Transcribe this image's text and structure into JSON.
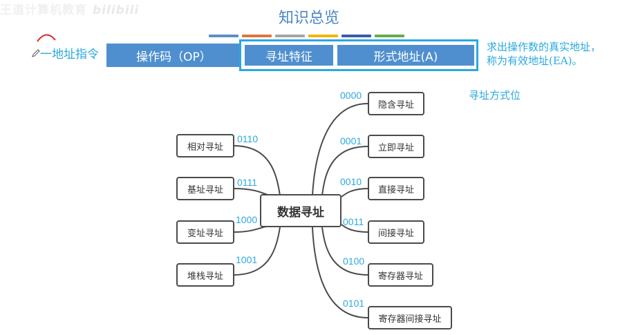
{
  "watermark": {
    "text": "王道计算机教育",
    "logo": "bilibili"
  },
  "title": "知识总览",
  "stripe_colors": [
    "#5b8fc9",
    "#e07438",
    "#a5a5a5",
    "#f5b400",
    "#3a5ba8",
    "#6aa84f"
  ],
  "instruction": {
    "side_label": "一地址指令",
    "segments": {
      "opcode": "操作码（OP）",
      "addressing_feature": "寻址特征",
      "formal_address": "形式地址(A)"
    },
    "description_lines": [
      "求出操作数的真实地址，",
      "称为有效地址(EA)。"
    ],
    "bits_label": "寻址方式位"
  },
  "mindmap": {
    "center": "数据寻址",
    "left_nodes": [
      {
        "label": "相对寻址",
        "code": "0110"
      },
      {
        "label": "基址寻址",
        "code": "0111"
      },
      {
        "label": "变址寻址",
        "code": "1000"
      },
      {
        "label": "堆栈寻址",
        "code": "1001"
      }
    ],
    "right_nodes": [
      {
        "label": "隐含寻址",
        "code": "0000"
      },
      {
        "label": "立即寻址",
        "code": "0001"
      },
      {
        "label": "直接寻址",
        "code": "0010"
      },
      {
        "label": "间接寻址",
        "code": "0011"
      },
      {
        "label": "寄存器寻址",
        "code": "0100"
      },
      {
        "label": "寄存器间接寻址",
        "code": "0101"
      }
    ]
  },
  "colors": {
    "accent": "#2aa9e0",
    "segment": "#4f8fcf",
    "title": "#4a86c4",
    "line": "#4a4a4a"
  }
}
